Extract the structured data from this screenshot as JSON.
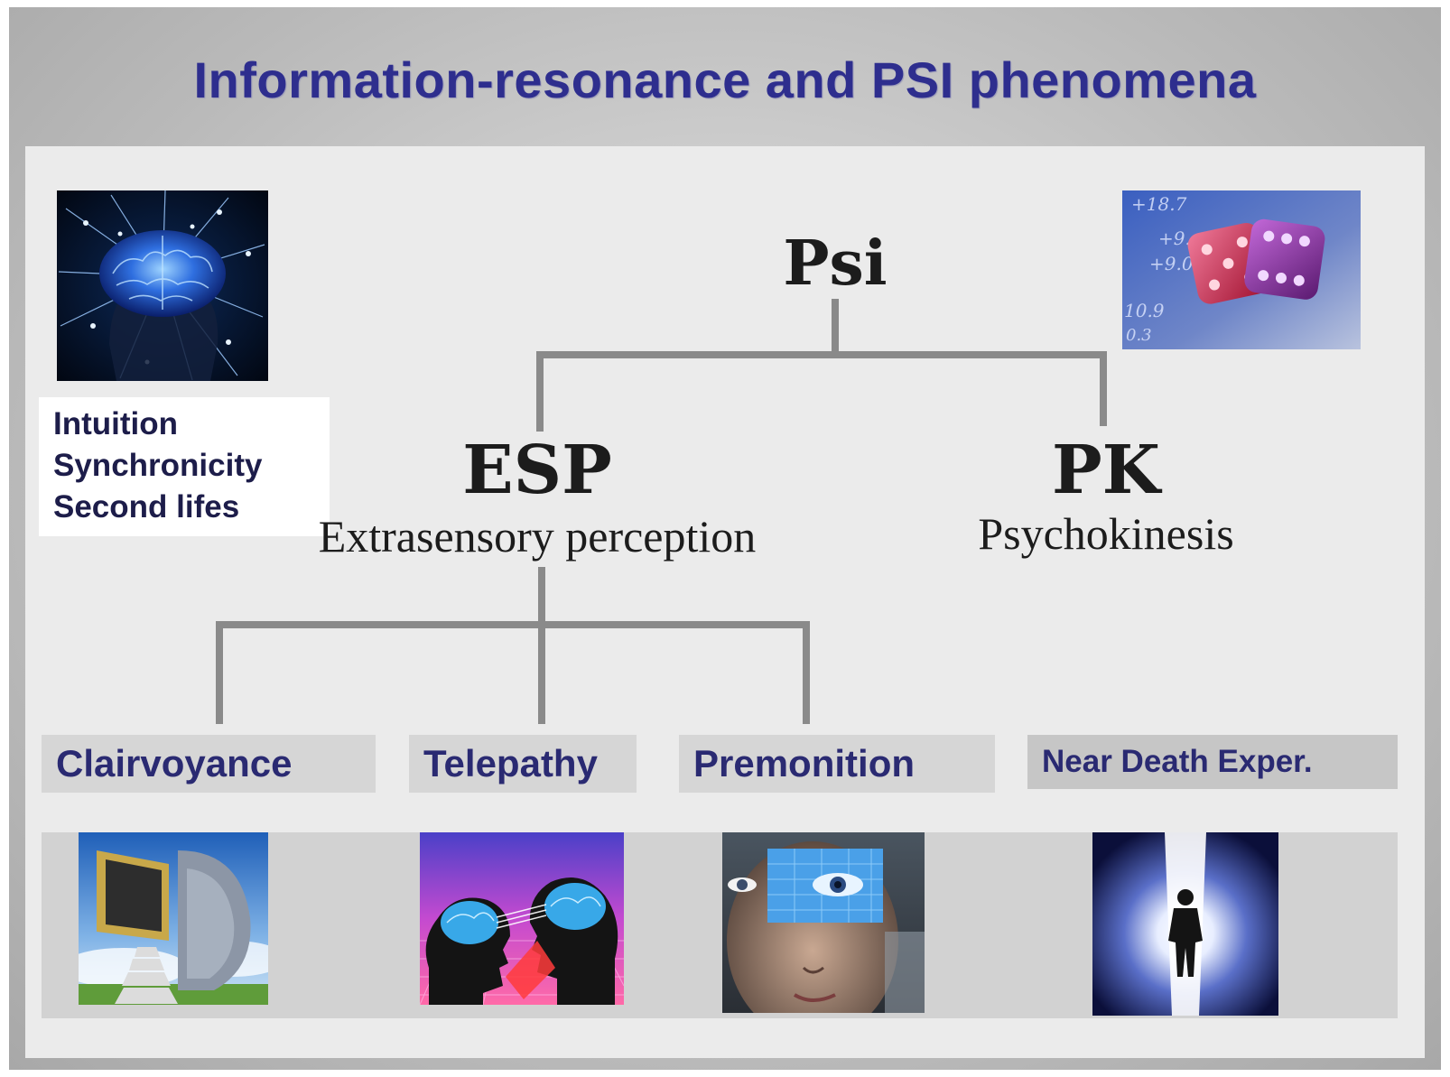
{
  "slide": {
    "title": "Information-resonance and PSI phenomena"
  },
  "left_list": {
    "items": [
      "Intuition",
      "Synchronicity",
      "Second lifes"
    ]
  },
  "tree": {
    "root": "Psi",
    "esp": {
      "label": "ESP",
      "subtitle": "Extrasensory perception"
    },
    "pk": {
      "label": "PK",
      "subtitle": "Psychokinesis"
    }
  },
  "categories": {
    "clairvoyance": "Clairvoyance",
    "telepathy": "Telepathy",
    "premonition": "Premonition",
    "near_death": "Near Death Exper."
  },
  "dice_image": {
    "numbers": [
      "+18.7",
      "+9.",
      "+9.0",
      "10.9",
      "0.3"
    ]
  },
  "colors": {
    "title": "#2e2e8e",
    "category_text": "#2a2a72",
    "list_text": "#1d1d4a",
    "tree_line": "#8a8a8a",
    "panel": "#ebebeb"
  }
}
